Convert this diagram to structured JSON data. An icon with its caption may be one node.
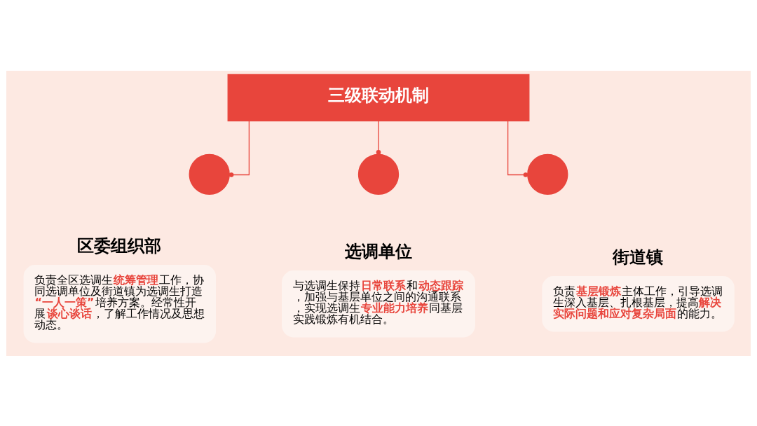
{
  "diagram": {
    "nodes": [
      {
        "text": [
          "三级联动机制"
        ]
      },
      {
        "text": [],
        "shape": "circle"
      },
      {
        "text": [
          "区委组织部",
          "负责全区选调生**统筹管理**工作，协同选调单位及街道镇为选调生打造**“一人一策”**培养方案。经常性开展**谈心谈话**，了解工作情况及思想动态。"
        ]
      },
      {
        "text": [],
        "shape": "circle"
      },
      {
        "text": [
          "选调单位",
          "与选调生保持**日常联系**和**动态跟踪**，加强与基层单位之间的沟通联系，实现选调生**专业能力培养**同基层实践锻炼有机结合。"
        ]
      },
      {
        "text": [],
        "shape": "circle"
      },
      {
        "text": [
          "街道镇",
          "负责**基层锻炼**主体工作，引导选调生深入基层、扎根基层，提高**解决实际问题和应对复杂局面**的能力。"
        ]
      }
    ],
    "edges": [
      {
        "from": 0,
        "to": 1,
        "arrow": "other"
      },
      {
        "from": 0,
        "to": 3,
        "arrow": "other"
      },
      {
        "from": 0,
        "to": 5,
        "arrow": "other"
      }
    ]
  }
}
